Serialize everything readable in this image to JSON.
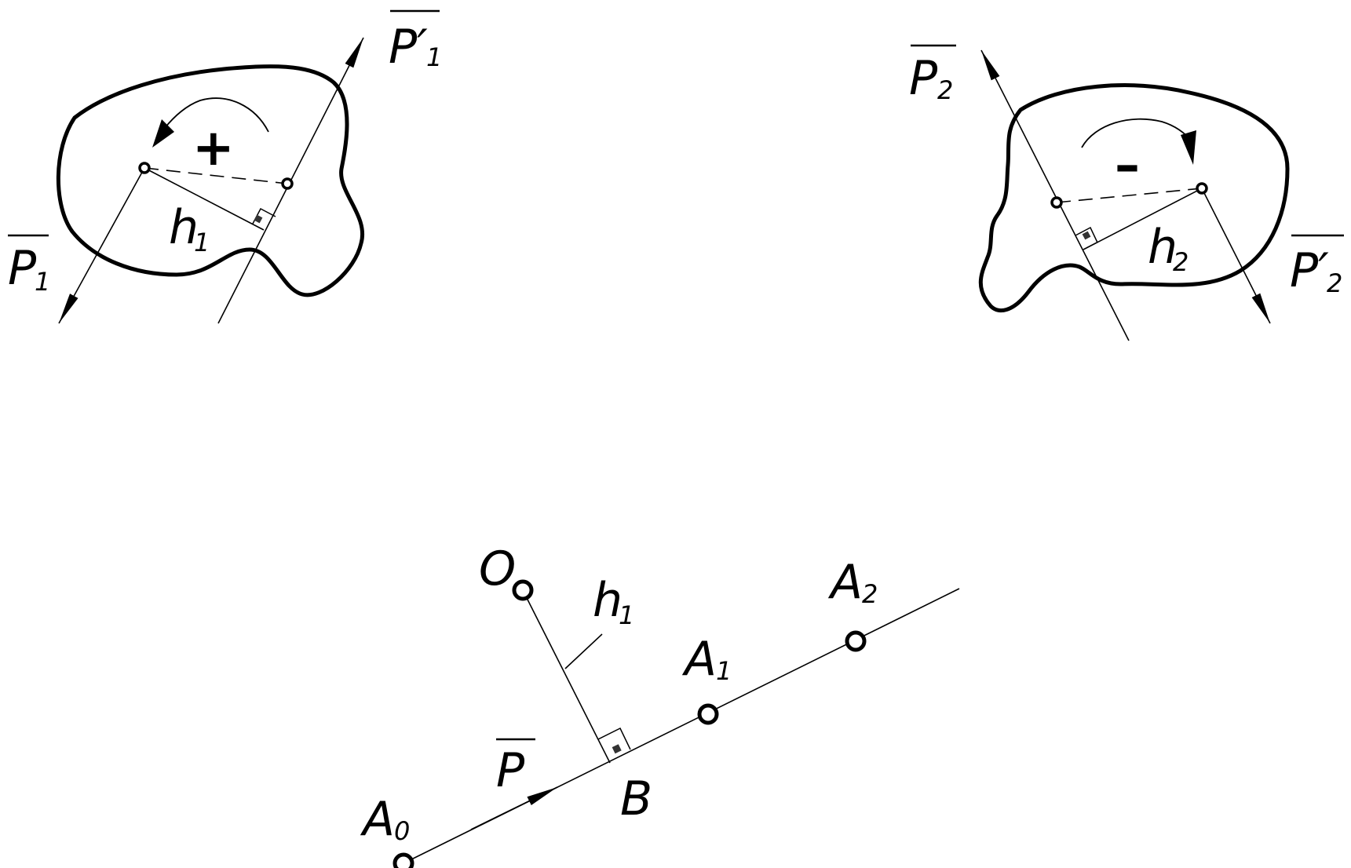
{
  "figure_left": {
    "force_label": "P",
    "force_sub": "1",
    "reaction_label": "P′",
    "reaction_sub": "1",
    "sign": "+",
    "arm_label": "h",
    "arm_sub": "1"
  },
  "figure_right": {
    "force_label": "P",
    "force_sub": "2",
    "reaction_label": "P′",
    "reaction_sub": "2",
    "sign": "–",
    "arm_label": "h",
    "arm_sub": "2"
  },
  "figure_bottom": {
    "point_o": "O",
    "arm_label": "h",
    "arm_sub": "1",
    "force_label": "P",
    "foot_label": "B",
    "points": [
      {
        "label": "A",
        "sub": "0"
      },
      {
        "label": "A",
        "sub": "1"
      },
      {
        "label": "A",
        "sub": "2"
      }
    ]
  }
}
